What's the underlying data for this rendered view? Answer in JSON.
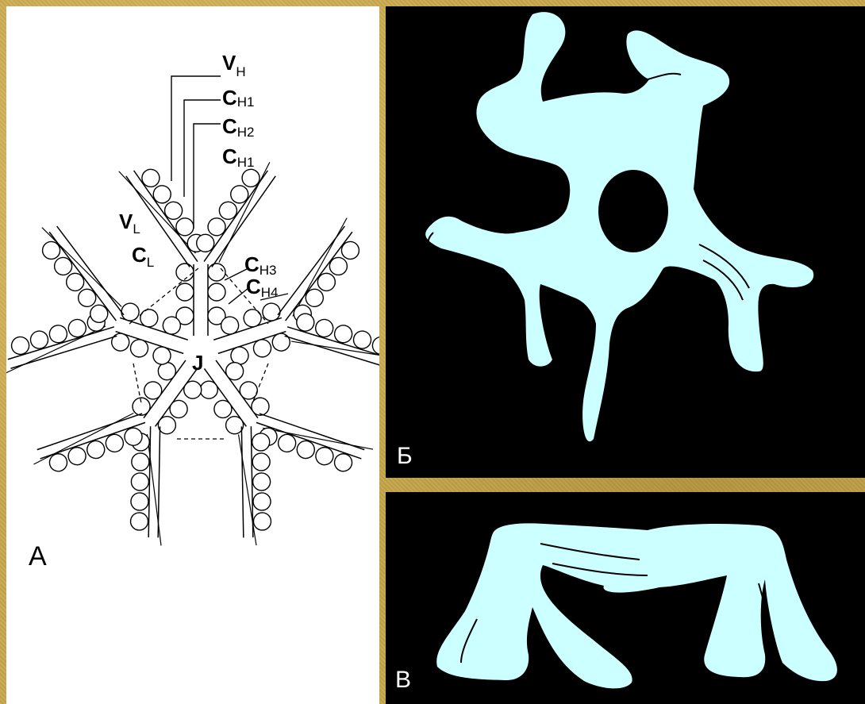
{
  "panels": {
    "a": {
      "letter": "А"
    },
    "b": {
      "letter": "Б"
    },
    "c": {
      "letter": "В"
    }
  },
  "labels": {
    "vh": {
      "main": "V",
      "sub": "H"
    },
    "ch1_top": {
      "main": "C",
      "sub": "H1"
    },
    "ch2": {
      "main": "C",
      "sub": "H2"
    },
    "ch1_bottom": {
      "main": "C",
      "sub": "H1"
    },
    "vl": {
      "main": "V",
      "sub": "L"
    },
    "cl": {
      "main": "C",
      "sub": "L"
    },
    "ch3": {
      "main": "C",
      "sub": "H3"
    },
    "ch4": {
      "main": "C",
      "sub": "H4"
    },
    "j": "J"
  },
  "colors": {
    "model_fill": "#ccffff",
    "model_background": "#000000",
    "frame": "#c9a94e"
  }
}
